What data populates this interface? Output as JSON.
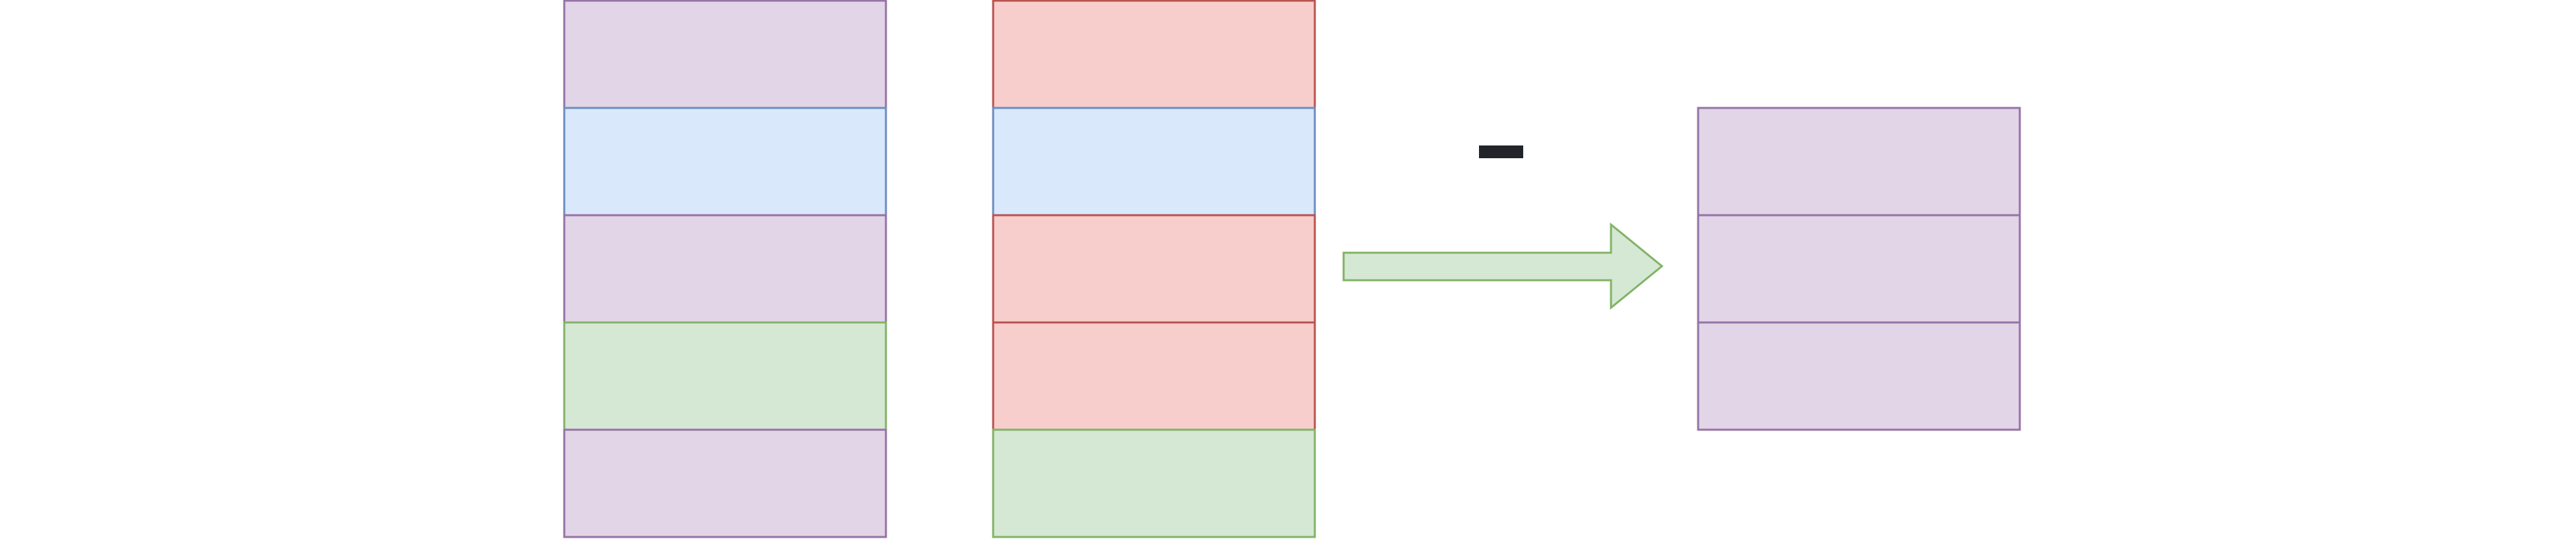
{
  "colors": {
    "purple_fill": "#e1d5e7",
    "purple_stroke": "#9673a6",
    "blue_fill": "#dae8fc",
    "blue_stroke": "#6c8ebf",
    "red_fill": "#f8cecc",
    "red_stroke": "#b85450",
    "green_fill": "#d5e8d4",
    "green_stroke": "#82b366",
    "operator": "#212529"
  },
  "diagram": {
    "column_a": [
      "purple",
      "blue",
      "purple",
      "green",
      "purple"
    ],
    "column_b": [
      "red",
      "blue",
      "red",
      "red",
      "green"
    ],
    "operator": "minus",
    "result": [
      "purple",
      "purple",
      "purple"
    ]
  }
}
